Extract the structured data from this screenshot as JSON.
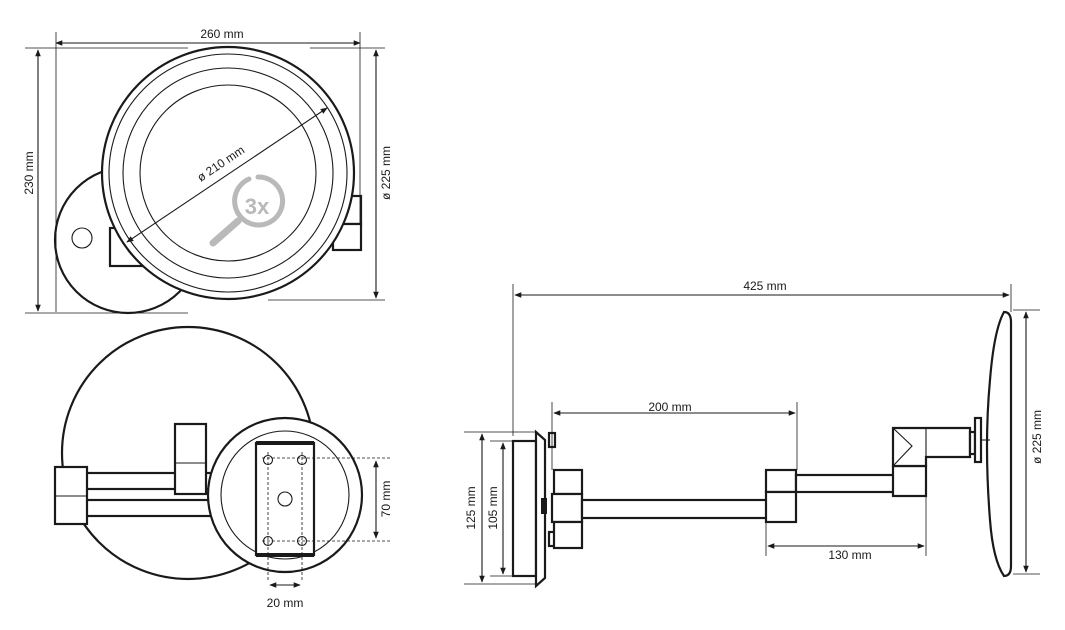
{
  "front_view": {
    "width_label": "260 mm",
    "height_label": "230 mm",
    "mirror_diameter_label": "ø 225 mm",
    "glass_diameter_label": "ø 210 mm",
    "magnification_label": "3x"
  },
  "back_view": {
    "hole_spacing_vertical_label": "70 mm",
    "hole_spacing_horizontal_label": "20 mm"
  },
  "side_view": {
    "total_depth_label": "425 mm",
    "arm_length_label": "200 mm",
    "arm2_length_label": "130 mm",
    "plate_height_label": "125 mm",
    "plate_inner_height_label": "105 mm",
    "mirror_diameter_label": "ø 225 mm"
  },
  "colors": {
    "line": "#1a1a1a",
    "badge": "#b9b9b9"
  }
}
